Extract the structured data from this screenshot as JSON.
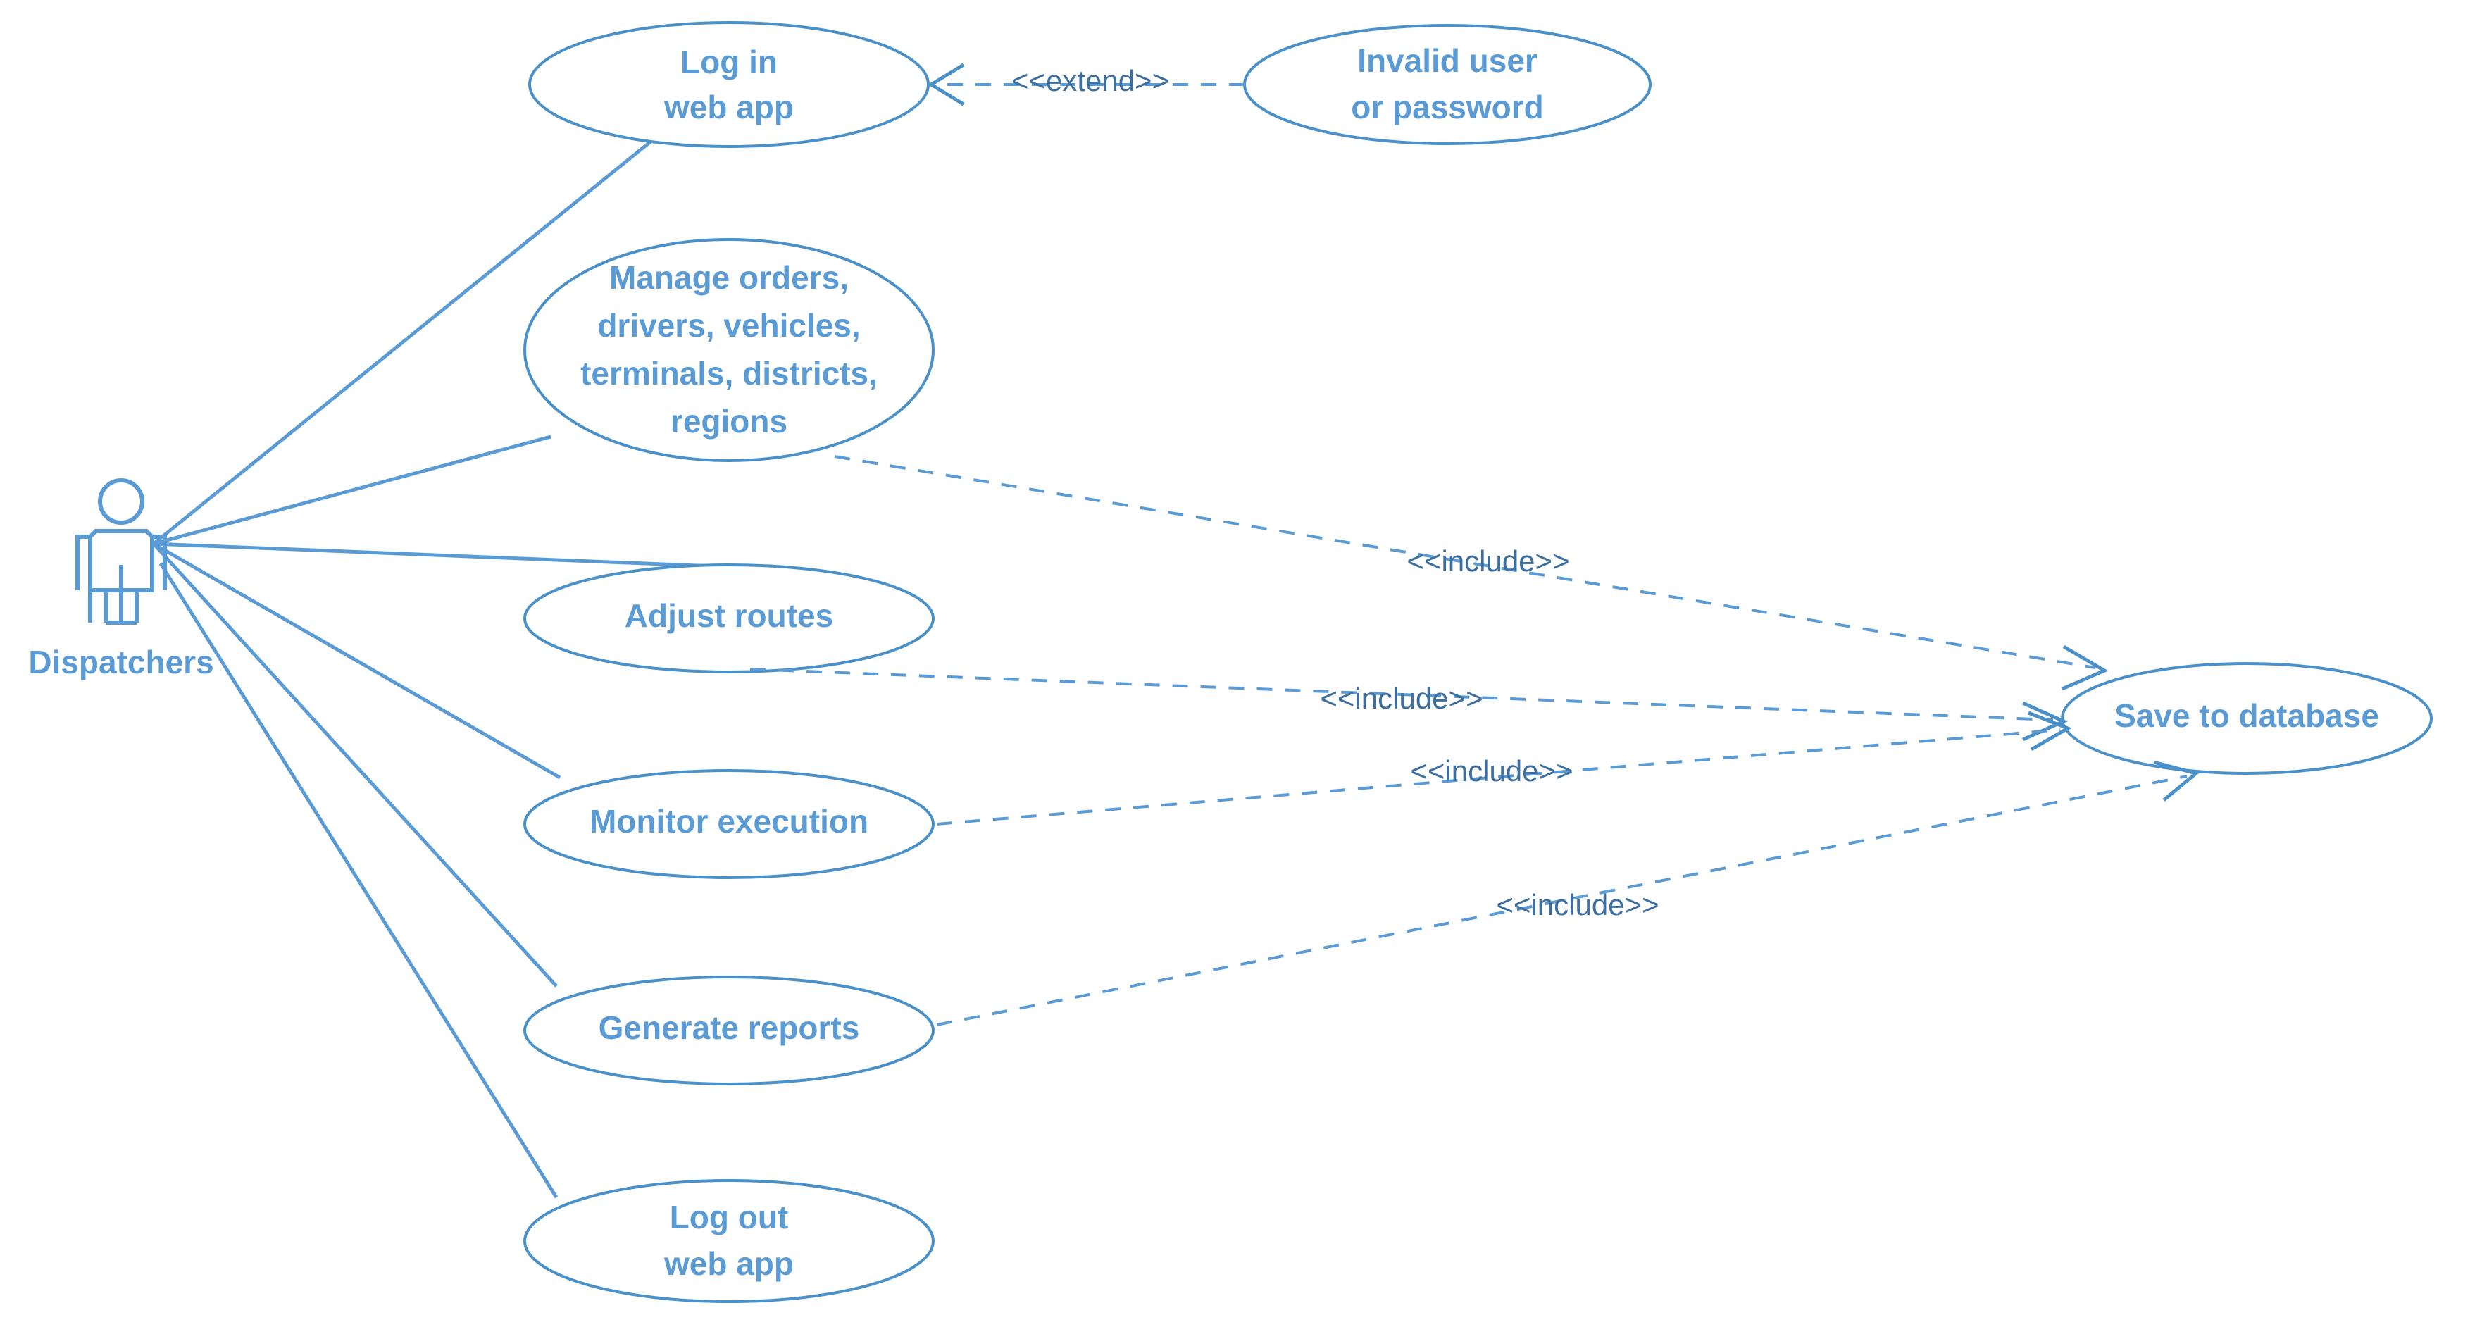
{
  "diagram": {
    "type": "uml-use-case-diagram",
    "colors": {
      "stroke": "#4A90C9",
      "label": "#5B9BD5",
      "stereotype": "#3C6E9F",
      "background": "#ffffff"
    },
    "actors": [
      {
        "id": "dispatchers",
        "label": "Dispatchers"
      }
    ],
    "use_cases": [
      {
        "id": "login",
        "lines": [
          "Log in",
          "web app"
        ]
      },
      {
        "id": "invalid-credentials",
        "lines": [
          "Invalid user",
          "or password"
        ]
      },
      {
        "id": "manage-entities",
        "lines": [
          "Manage orders,",
          "drivers, vehicles,",
          "terminals, districts,",
          "regions"
        ]
      },
      {
        "id": "adjust-routes",
        "lines": [
          "Adjust routes"
        ]
      },
      {
        "id": "monitor-execution",
        "lines": [
          "Monitor execution"
        ]
      },
      {
        "id": "generate-reports",
        "lines": [
          "Generate reports"
        ]
      },
      {
        "id": "logout",
        "lines": [
          "Log out",
          "web app"
        ]
      },
      {
        "id": "save-to-database",
        "lines": [
          "Save to database"
        ]
      }
    ],
    "relationships": [
      {
        "id": "extend-login",
        "from": "invalid-credentials",
        "to": "login",
        "stereotype": "<<extend>>"
      },
      {
        "id": "include-manage",
        "from": "manage-entities",
        "to": "save-to-database",
        "stereotype": "<<include>>"
      },
      {
        "id": "include-routes",
        "from": "adjust-routes",
        "to": "save-to-database",
        "stereotype": "<<include>>"
      },
      {
        "id": "include-monitor",
        "from": "monitor-execution",
        "to": "save-to-database",
        "stereotype": "<<include>>"
      },
      {
        "id": "include-reports",
        "from": "generate-reports",
        "to": "save-to-database",
        "stereotype": "<<include>>"
      }
    ],
    "associations": [
      {
        "from": "dispatchers",
        "to": "login"
      },
      {
        "from": "dispatchers",
        "to": "manage-entities"
      },
      {
        "from": "dispatchers",
        "to": "adjust-routes"
      },
      {
        "from": "dispatchers",
        "to": "monitor-execution"
      },
      {
        "from": "dispatchers",
        "to": "generate-reports"
      },
      {
        "from": "dispatchers",
        "to": "logout"
      }
    ]
  }
}
